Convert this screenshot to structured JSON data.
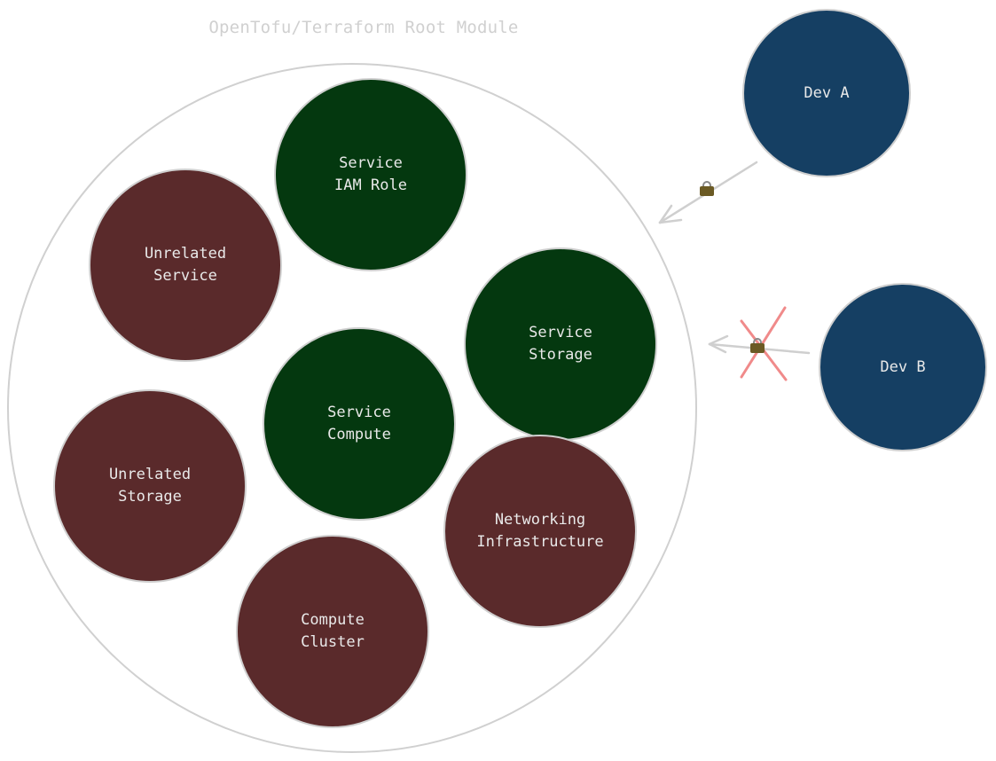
{
  "title": "OpenTofu/Terraform Root Module",
  "nodes": {
    "service_iam_role": {
      "label": "Service\nIAM Role"
    },
    "unrelated_service": {
      "label": "Unrelated\nService"
    },
    "service_storage": {
      "label": "Service\nStorage"
    },
    "service_compute": {
      "label": "Service\nCompute"
    },
    "unrelated_storage": {
      "label": "Unrelated\nStorage"
    },
    "networking_infrastructure": {
      "label": "Networking\nInfrastructure"
    },
    "compute_cluster": {
      "label": "Compute\nCluster"
    },
    "dev_a": {
      "label": "Dev A"
    },
    "dev_b": {
      "label": "Dev B"
    }
  },
  "colors": {
    "in_scope": "#04380f",
    "unrelated": "#5a2a2b",
    "developer": "#153f63",
    "denied_mark": "#f08a8a",
    "outline": "#d0d0d0"
  },
  "icons": {
    "lock_a": "lock-icon",
    "lock_b": "lock-icon",
    "denied": "cross-icon"
  }
}
